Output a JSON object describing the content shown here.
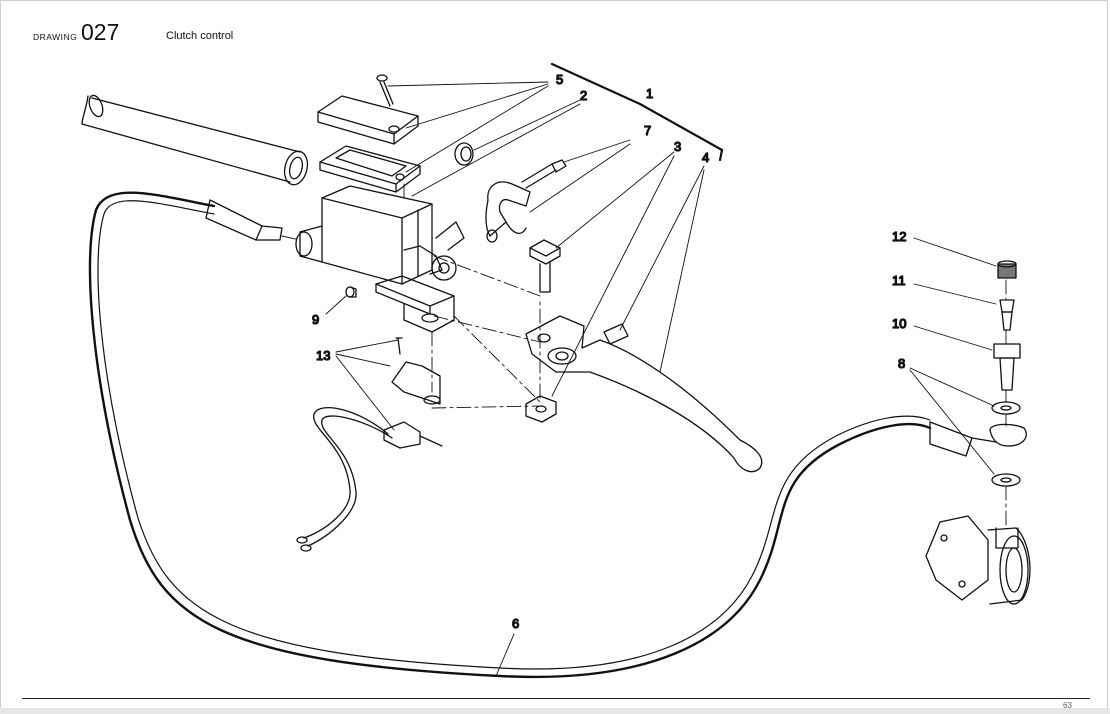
{
  "header": {
    "label": "DRAWING",
    "number": "027",
    "title": "Clutch control"
  },
  "page_number": "63",
  "callouts": {
    "c1": "1",
    "c2": "2",
    "c3": "3",
    "c4": "4",
    "c5": "5",
    "c6": "6",
    "c7": "7",
    "c8": "8",
    "c9": "9",
    "c10": "10",
    "c11": "11",
    "c12": "12",
    "c13": "13"
  }
}
